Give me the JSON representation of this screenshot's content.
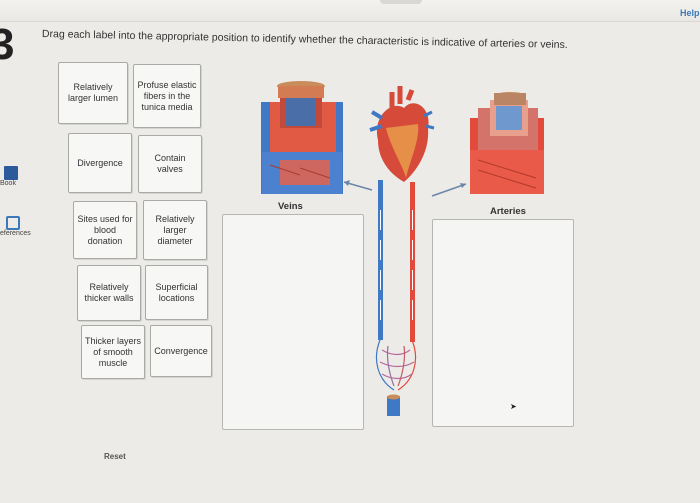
{
  "header": {
    "help_label": "Help"
  },
  "question": {
    "number": "3",
    "instructions": "Drag each label into the appropriate position to identify whether the characteristic is indicative of arteries or veins."
  },
  "sidebar": {
    "items": [
      {
        "label": "Book",
        "icon": "book-icon"
      },
      {
        "label": "eferences",
        "icon": "references-icon"
      }
    ]
  },
  "labels": [
    "Relatively larger lumen",
    "Profuse elastic fibers in the tunica media",
    "Divergence",
    "Contain valves",
    "Sites used for blood donation",
    "Relatively larger diameter",
    "Relatively thicker walls",
    "Superficial locations",
    "Thicker layers of smooth muscle",
    "Convergence"
  ],
  "reset_label": "Reset",
  "zones": {
    "veins_title": "Veins",
    "arteries_title": "Arteries"
  },
  "colors": {
    "vein_blue": "#3f78c4",
    "artery_red": "#e24b3c",
    "link_blue": "#3b79b8"
  }
}
